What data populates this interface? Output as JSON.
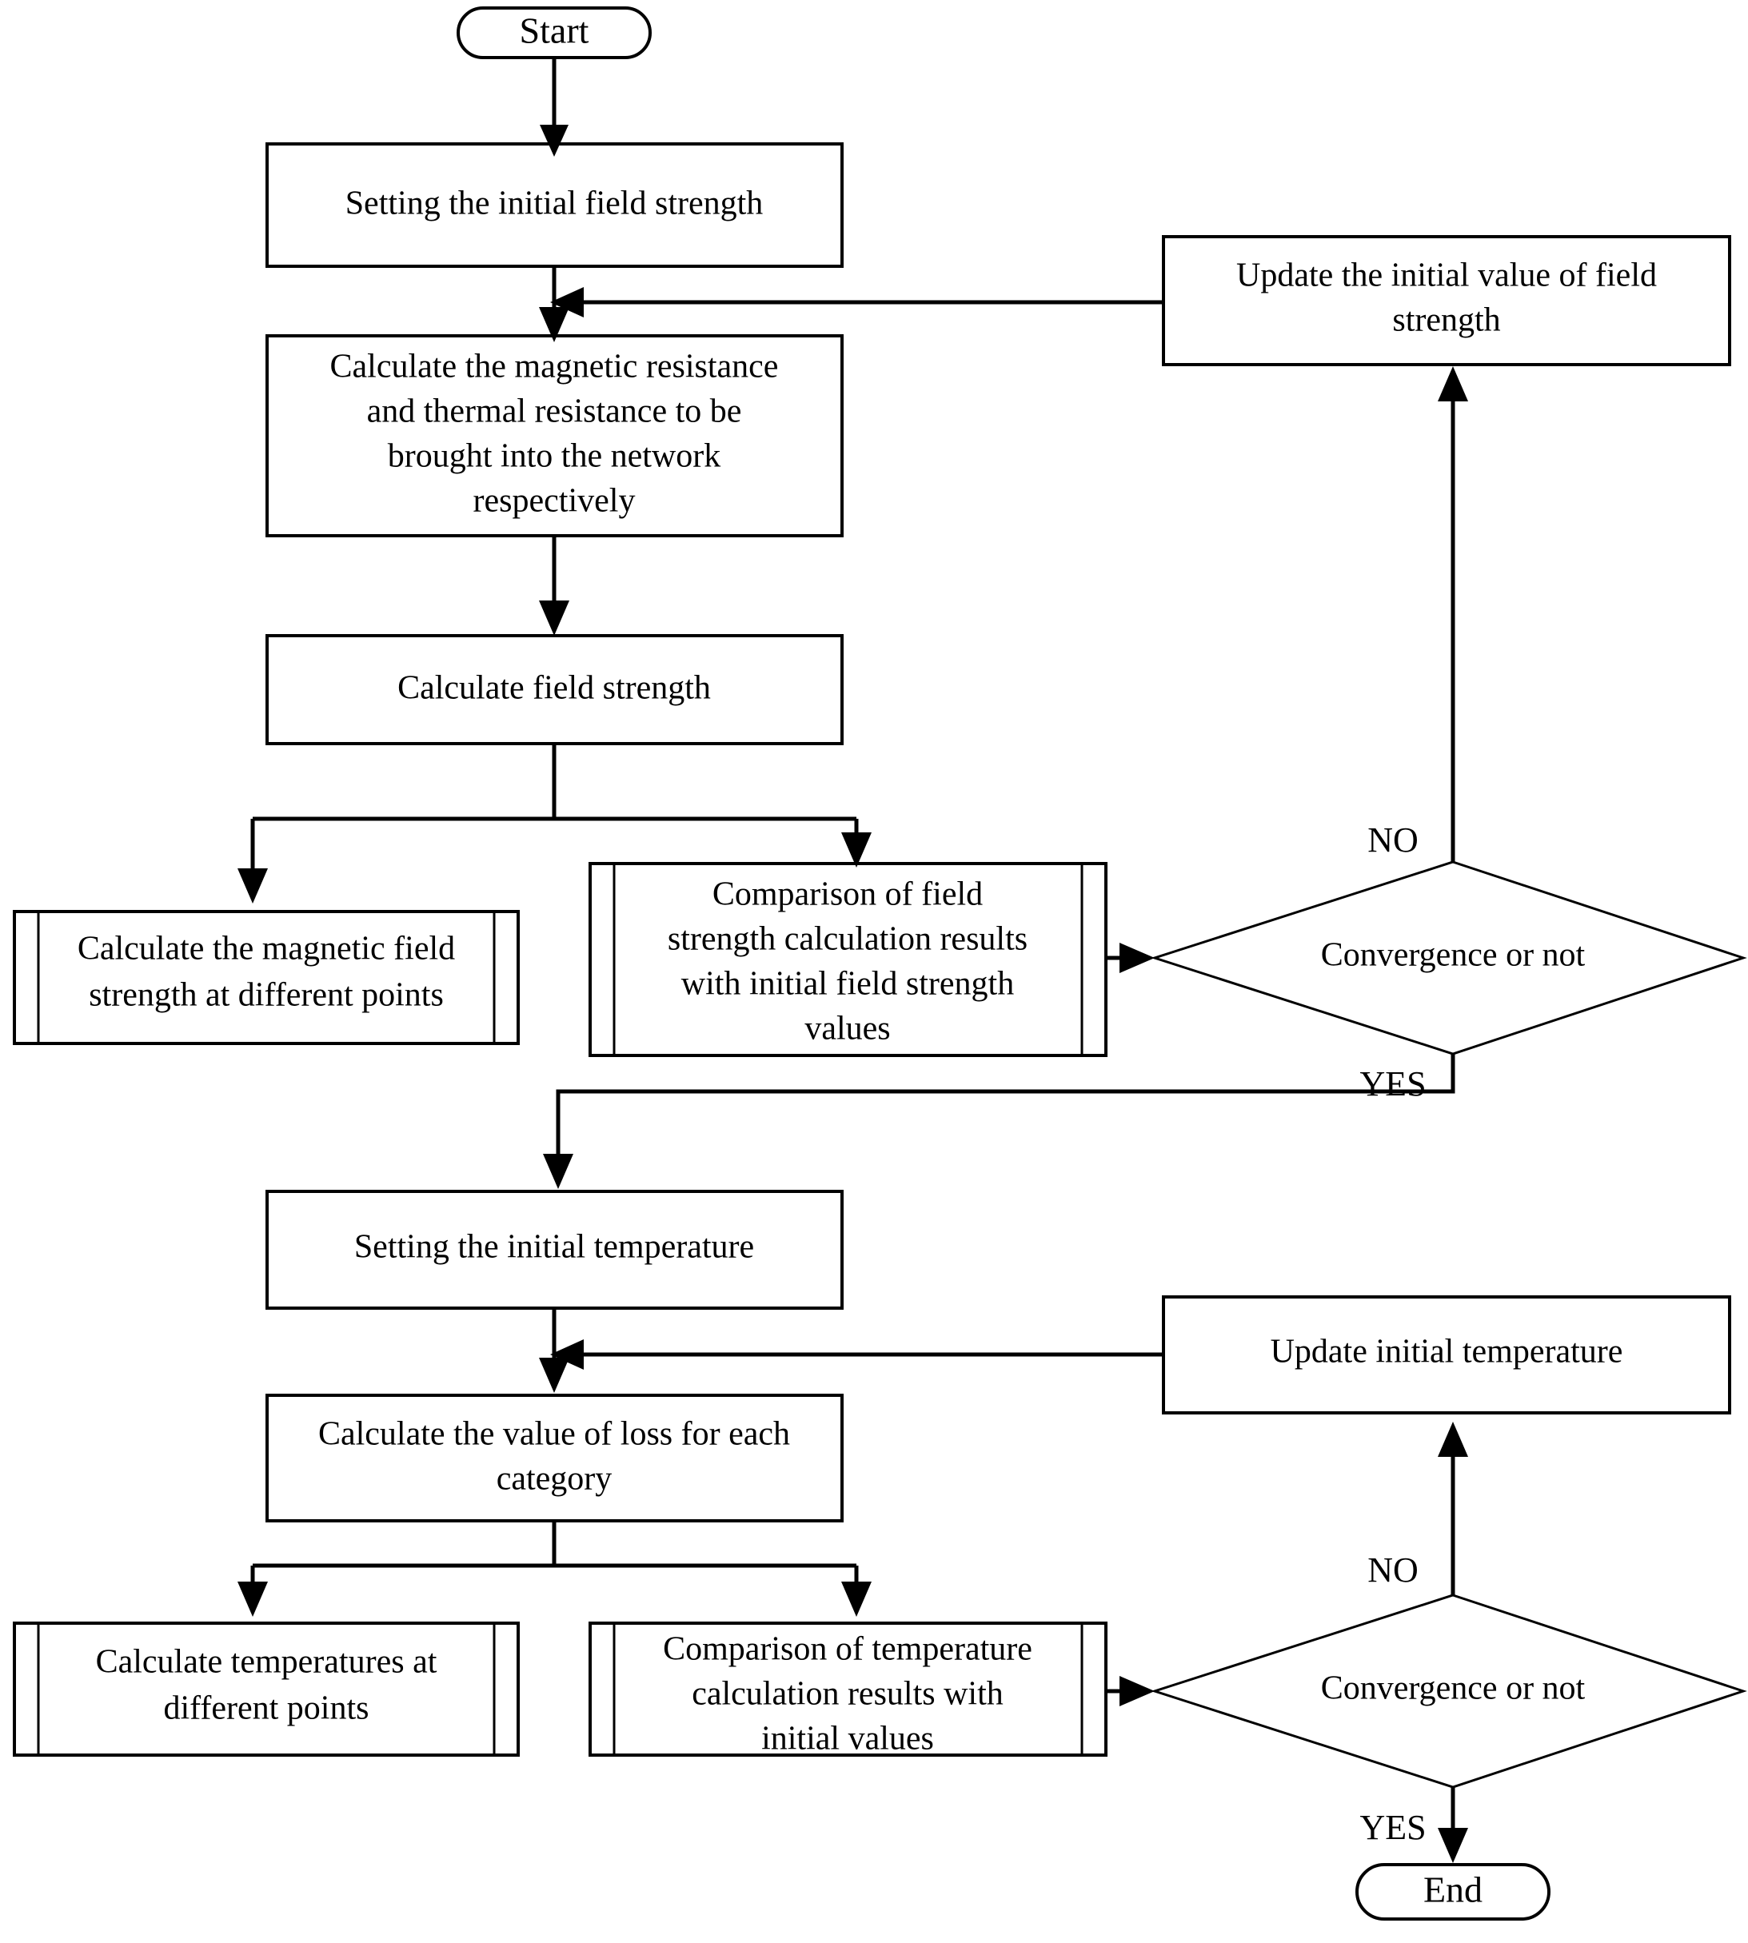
{
  "diagram": {
    "title": "Magnetic and thermal network iterative calculation flowchart",
    "type": "flowchart",
    "line_color": "#000000",
    "fill_color": "#ffffff",
    "background": "#ffffff"
  },
  "nodes": {
    "start": {
      "label": "Start",
      "shape": "terminator"
    },
    "set_field": {
      "label": "Setting the initial field strength",
      "shape": "process"
    },
    "calc_resistances": {
      "shape": "process",
      "line1": "Calculate the magnetic resistance",
      "line2": "and thermal resistance to be",
      "line3": "brought into the network",
      "line4": "respectively"
    },
    "calc_field_strength": {
      "label": "Calculate field strength",
      "shape": "process"
    },
    "calc_mag_points": {
      "shape": "predefined-process",
      "line1": "Calculate the magnetic field",
      "line2": "strength at different points"
    },
    "compare_field": {
      "shape": "predefined-process",
      "line1": "Comparison of field",
      "line2": "strength calculation results",
      "line3": "with initial field strength",
      "line4": "values"
    },
    "decision_field": {
      "label": "Convergence or not",
      "shape": "decision"
    },
    "update_field": {
      "shape": "process",
      "line1": "Update the initial value of field",
      "line2": "strength"
    },
    "set_temp": {
      "label": "Setting the initial temperature",
      "shape": "process"
    },
    "calc_loss": {
      "shape": "process",
      "line1": "Calculate the value of loss for each",
      "line2": "category"
    },
    "calc_temp_points": {
      "shape": "predefined-process",
      "line1": "Calculate temperatures at",
      "line2": "different points"
    },
    "compare_temp": {
      "shape": "predefined-process",
      "line1": "Comparison of temperature",
      "line2": "calculation results with",
      "line3": "initial values"
    },
    "decision_temp": {
      "label": "Convergence or not",
      "shape": "decision"
    },
    "update_temp": {
      "label": "Update initial temperature",
      "shape": "process"
    },
    "end": {
      "label": "End",
      "shape": "terminator"
    }
  },
  "edge_labels": {
    "field_no": "NO",
    "field_yes": "YES",
    "temp_no": "NO",
    "temp_yes": "YES"
  }
}
